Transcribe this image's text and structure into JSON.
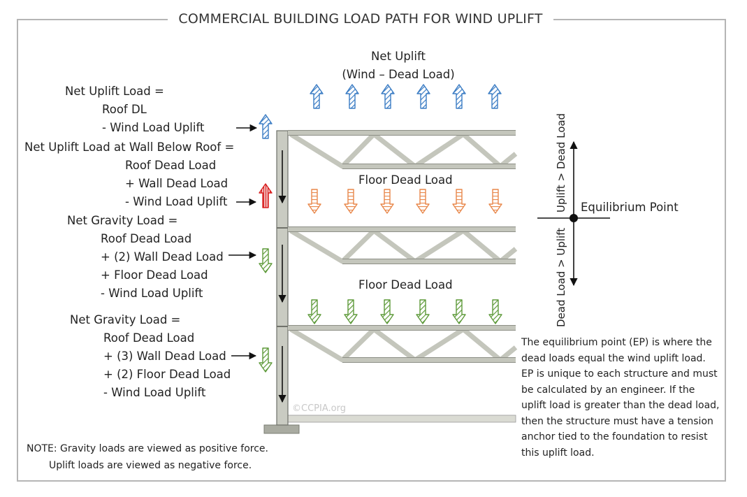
{
  "title": "COMMERCIAL BUILDING LOAD PATH FOR WIND UPLIFT",
  "net_uplift": {
    "line1": "Net Uplift",
    "line2": "(Wind – Dead Load)"
  },
  "roof_block": {
    "l1": "Net Uplift Load =",
    "l2": "Roof DL",
    "l3": "- Wind Load Uplift"
  },
  "wall_block": {
    "l1": "Net Uplift Load at Wall Below Roof =",
    "l2": "Roof Dead Load",
    "l3": "+ Wall Dead Load",
    "l4": "- Wind Load Uplift"
  },
  "gravity1": {
    "l1": "Net Gravity Load =",
    "l2": "Roof Dead Load",
    "l3": "+ (2) Wall Dead Load",
    "l4": "+ Floor Dead Load",
    "l5": "- Wind Load Uplift"
  },
  "gravity2": {
    "l1": "Net Gravity Load =",
    "l2": "Roof Dead Load",
    "l3": "+ (3) Wall Dead Load",
    "l4": "+ (2) Floor Dead Load",
    "l5": "- Wind Load Uplift"
  },
  "floor_labels": [
    "Floor Dead Load",
    "Floor Dead Load"
  ],
  "watermark": "©CCPIA.org",
  "equilibrium": {
    "label": "Equilibrium Point",
    "upper_axis": "Uplift > Dead Load",
    "lower_axis": "Dead Load > Uplift"
  },
  "explanation": [
    "The equilibrium point (EP) is where the",
    "dead loads equal the wind uplift load.",
    "EP is unique to each structure and must",
    "be calculated by an engineer.  If the",
    "uplift load is greater than the dead load,",
    "then the structure must have a tension",
    "anchor tied to the foundation to resist",
    "this uplift load."
  ],
  "note": {
    "l1": "NOTE:  Gravity loads are viewed as positive force.",
    "l2": "Uplift loads are viewed as negative force."
  },
  "colors": {
    "uplift_blue": "#3a7cc4",
    "uplift_red": "#d81e1e",
    "dead_orange": "#e8874a",
    "gravity_green": "#5e9a3a",
    "truss": "#c4c6bc",
    "frame": "#b5b5b5"
  }
}
